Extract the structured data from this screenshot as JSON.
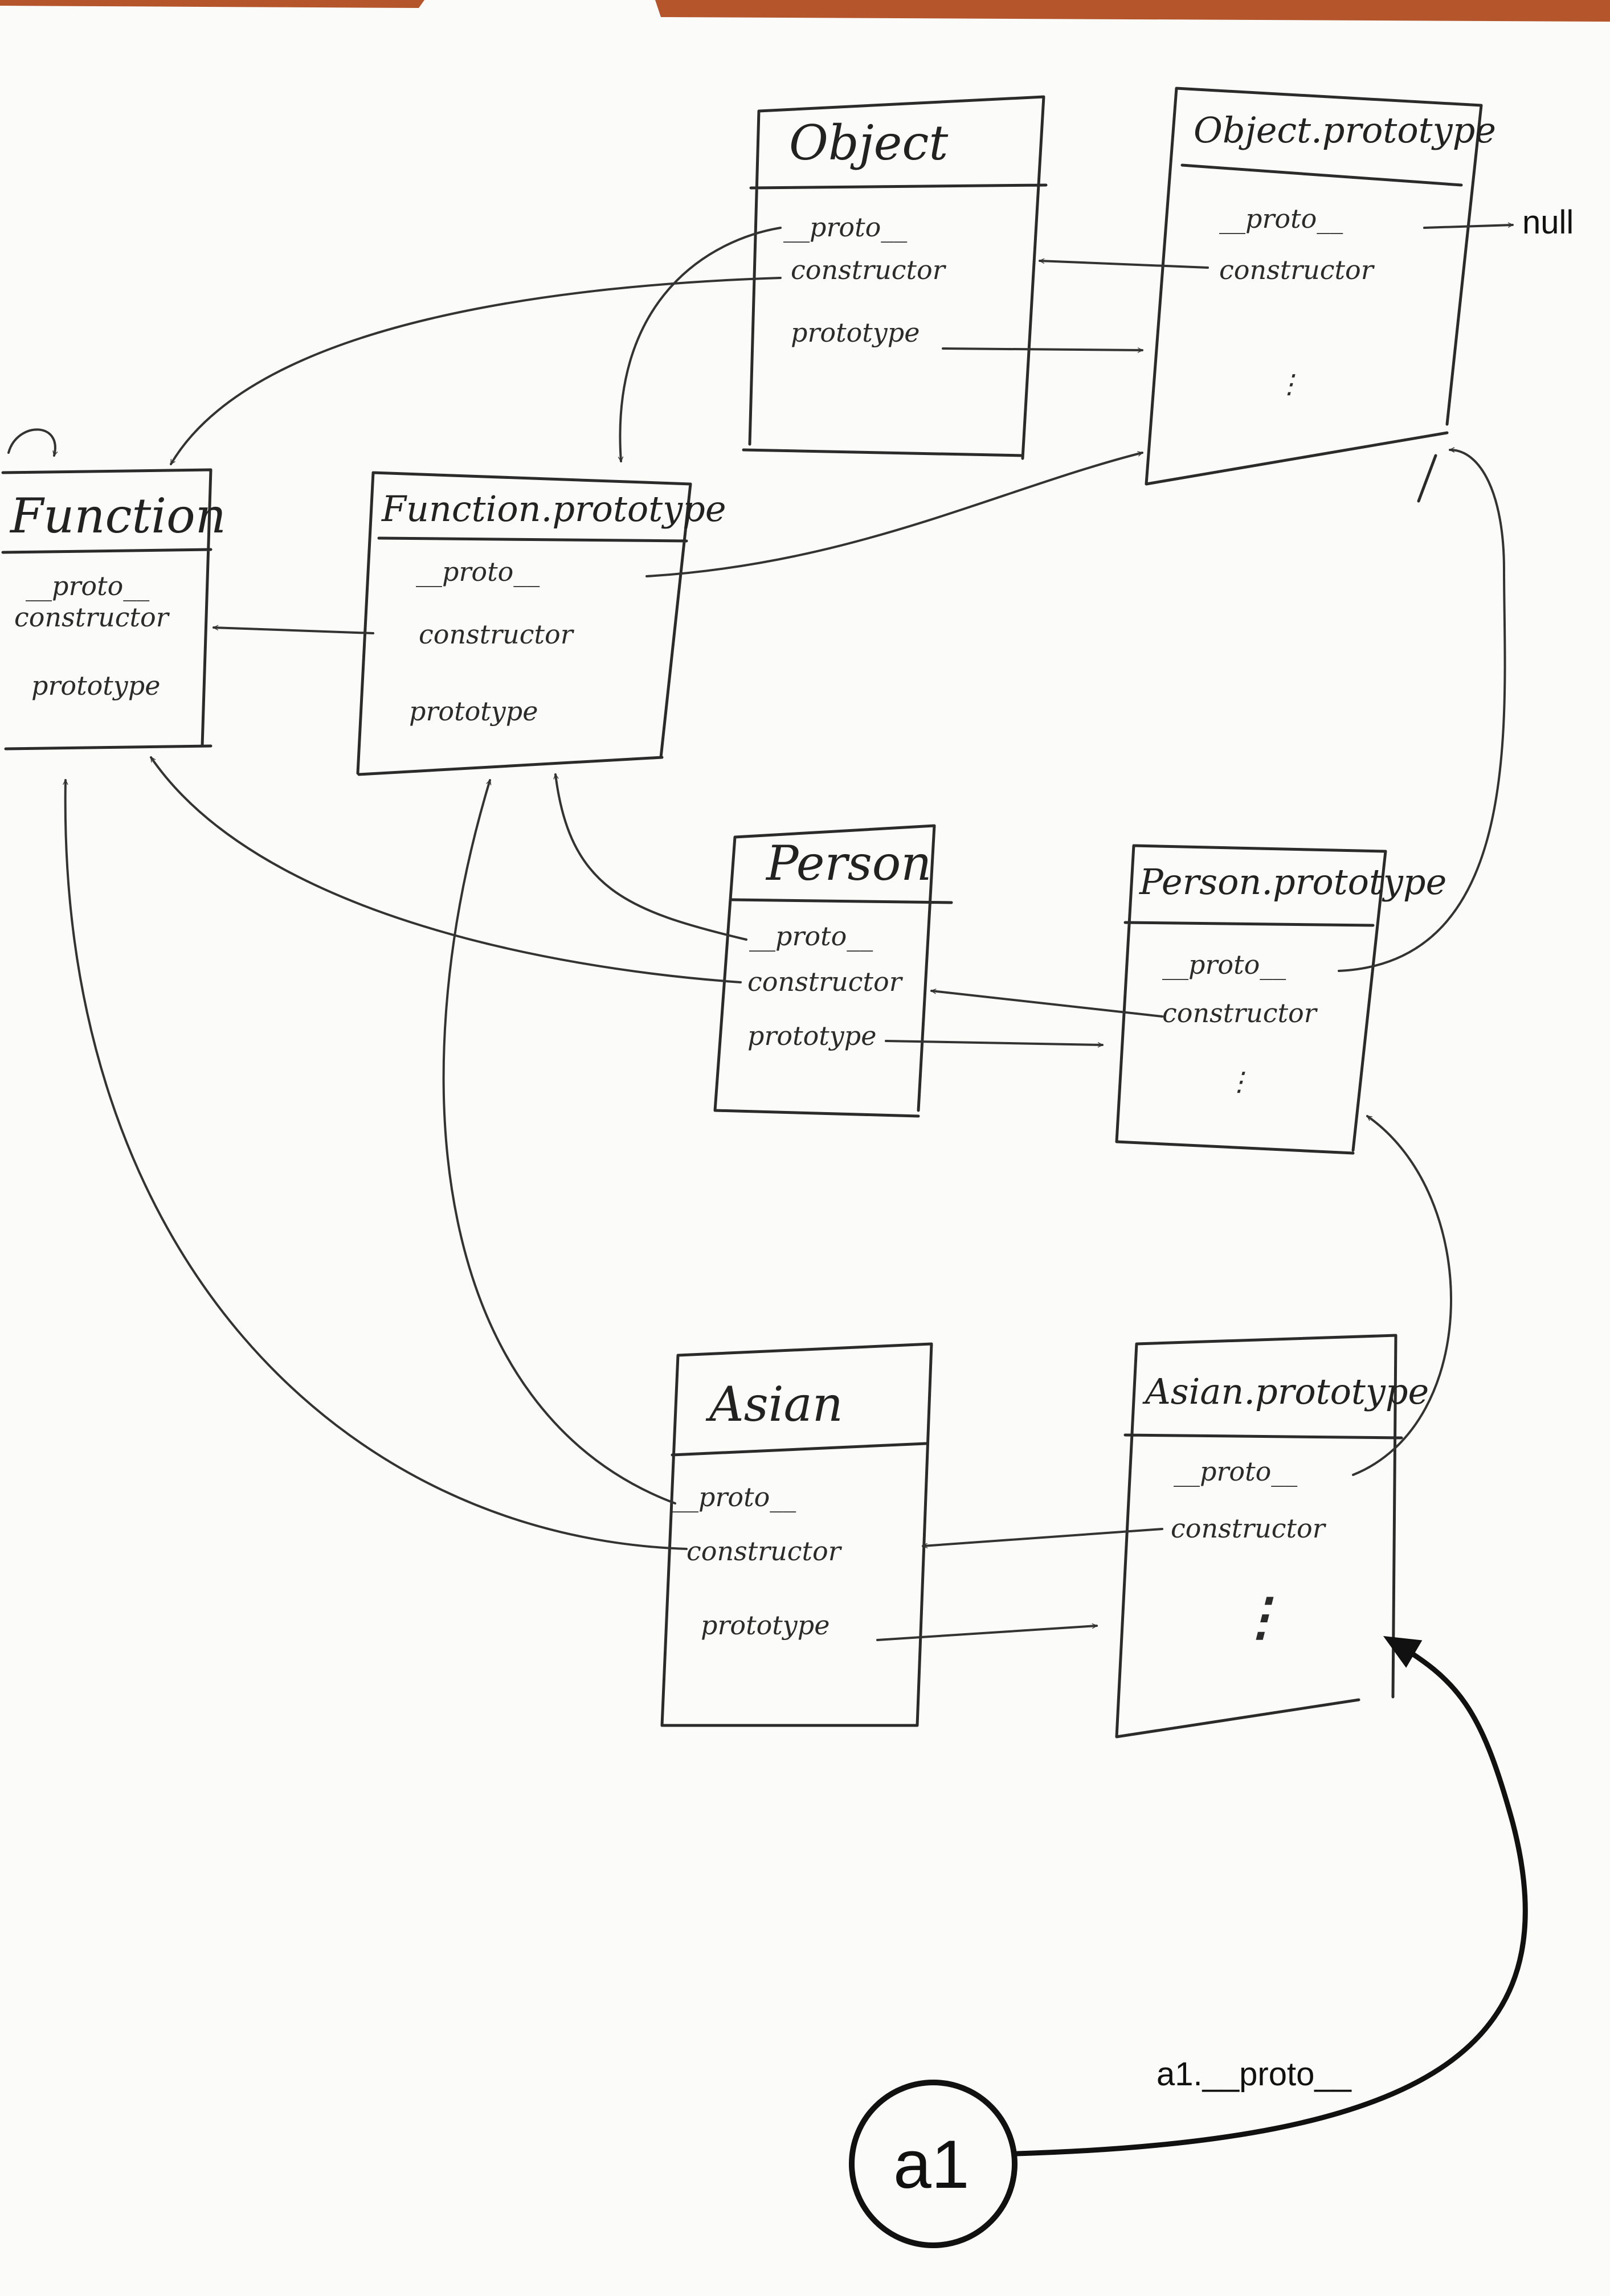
{
  "nodes": {
    "object": {
      "title": "Object",
      "fields": [
        "__proto__",
        "constructor",
        "prototype"
      ]
    },
    "object_prototype": {
      "title": "Object.prototype",
      "fields": [
        "__proto__",
        "constructor",
        "⋮"
      ]
    },
    "function": {
      "title": "Function",
      "fields": [
        "__proto__",
        "constructor",
        "prototype"
      ]
    },
    "function_prototype": {
      "title": "Function.prototype",
      "fields": [
        "__proto__",
        "constructor",
        "prototype"
      ]
    },
    "person": {
      "title": "Person",
      "fields": [
        "__proto__",
        "constructor",
        "prototype"
      ]
    },
    "person_prototype": {
      "title": "Person.prototype",
      "fields": [
        "__proto__",
        "constructor",
        "⋮"
      ]
    },
    "asian": {
      "title": "Asian",
      "fields": [
        "__proto__",
        "constructor",
        "prototype"
      ]
    },
    "asian_prototype": {
      "title": "Asian.prototype",
      "fields": [
        "__proto__",
        "constructor",
        "⋮"
      ]
    }
  },
  "null_label": "null",
  "instance": {
    "label": "a1",
    "edge_label": "a1.__proto__"
  }
}
